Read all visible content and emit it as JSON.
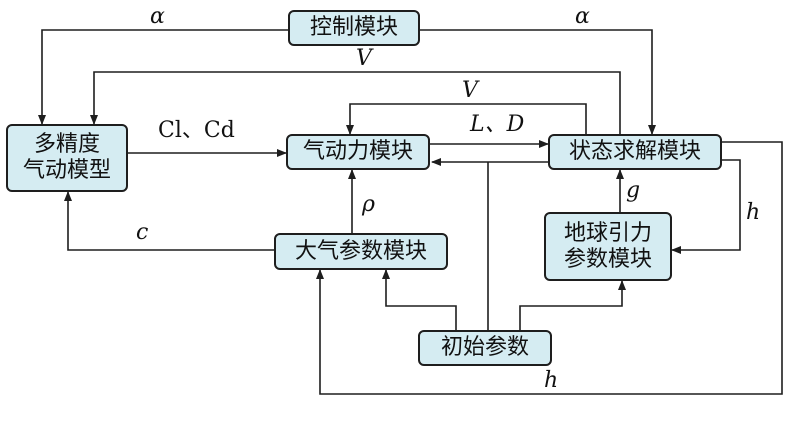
{
  "modules": {
    "control": "控制模块",
    "multi_fidelity_line1": "多精度",
    "multi_fidelity_line2": "气动模型",
    "aero_force": "气动力模块",
    "state_solver": "状态求解模块",
    "atmosphere": "大气参数模块",
    "gravity_line1": "地球引力",
    "gravity_line2": "参数模块",
    "initial": "初始参数"
  },
  "labels": {
    "alpha_left": "α",
    "alpha_right": "α",
    "v_outer": "V",
    "v_inner": "V",
    "cl_cd": "Cl、Cd",
    "l_d": "L、D",
    "rho": "ρ",
    "c": "c",
    "g": "g",
    "h_right": "h",
    "h_bottom": "h"
  },
  "colors": {
    "box_fill": "#d5ecf2",
    "line": "#1e1e1e"
  }
}
